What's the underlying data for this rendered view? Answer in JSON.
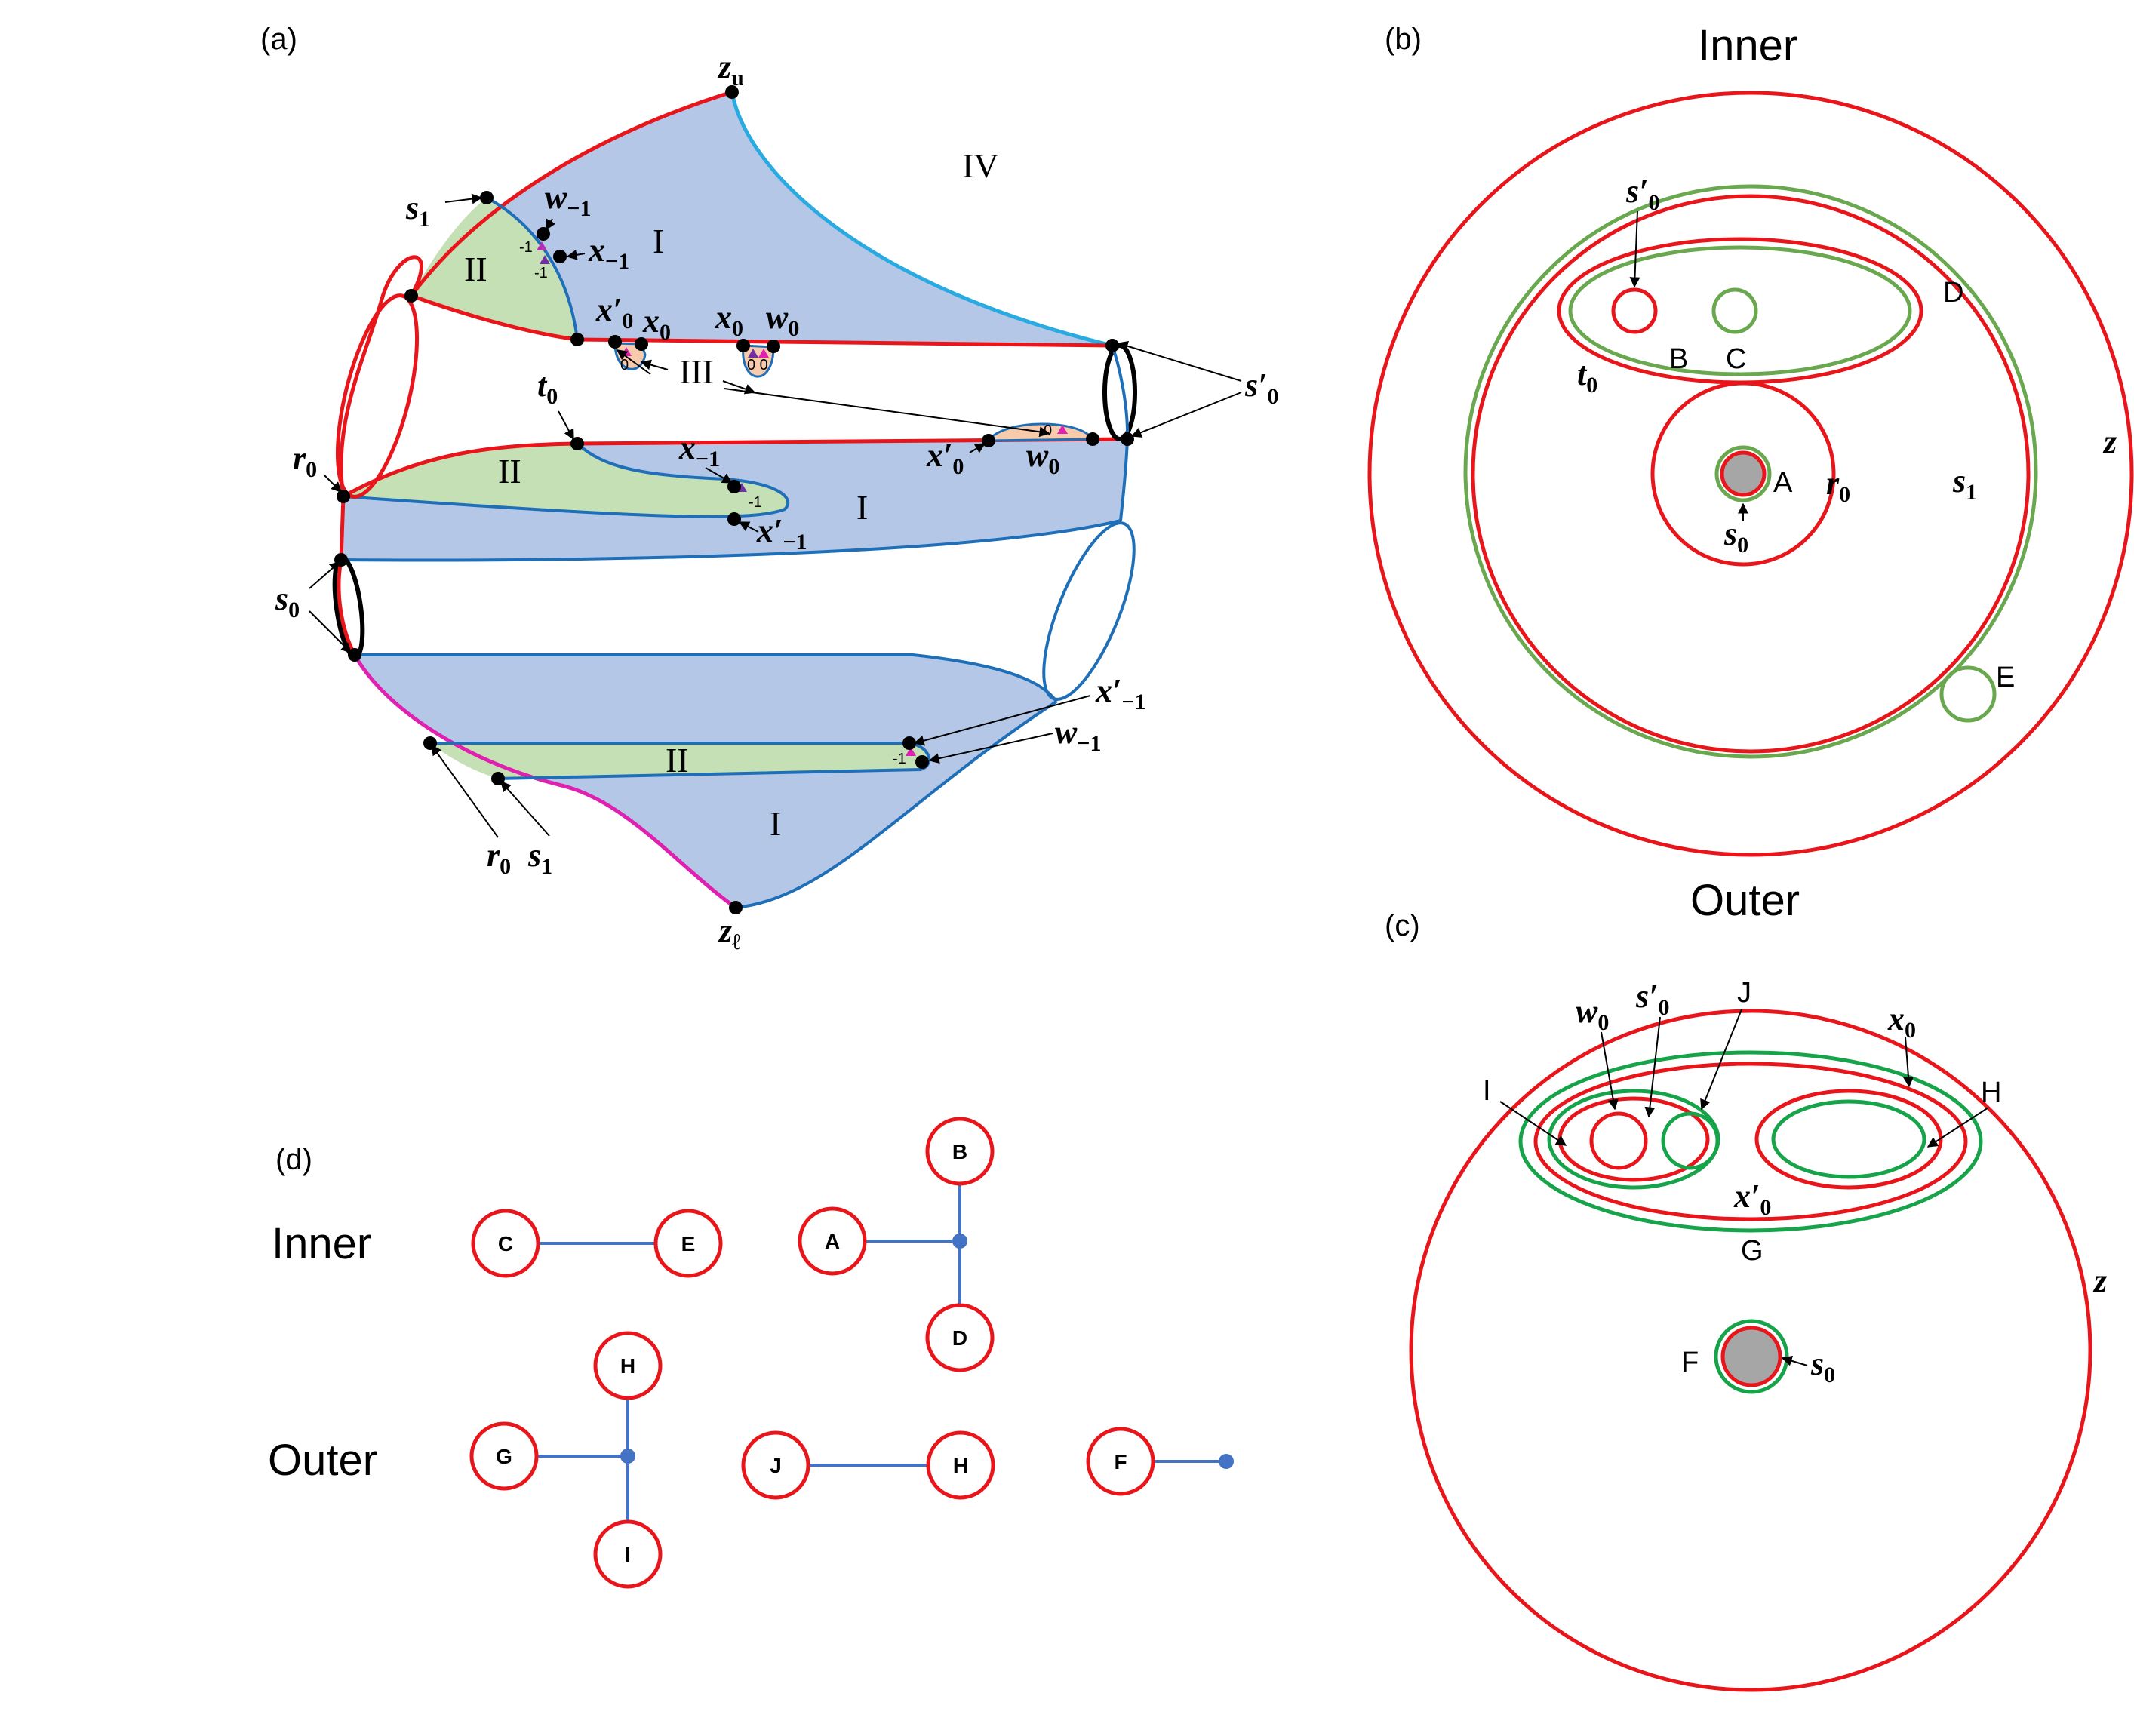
{
  "panels": {
    "a": "(a)",
    "b": "(b)",
    "c": "(c)",
    "d": "(d)"
  },
  "headings": {
    "inner": "Inner",
    "outer": "Outer",
    "tree_inner": "Inner",
    "tree_outer": "Outer"
  },
  "regions": {
    "I": "I",
    "II": "II",
    "III": "III",
    "IV": "IV"
  },
  "marks": {
    "zero": "0",
    "zero_zero": "0 0",
    "minus_one": "-1"
  },
  "points": {
    "z": "z",
    "zu_base": "z",
    "zu_sub": "u",
    "zl_base": "z",
    "zl_sub": "ℓ",
    "s1_base": "s",
    "s1_sub": "1",
    "s0_base": "s",
    "s0_sub": "0",
    "s0p_base": "s′",
    "s0p_sub": "0",
    "r0_base": "r",
    "r0_sub": "0",
    "t0_base": "t",
    "t0_sub": "0",
    "x0_base": "x",
    "x0_sub": "0",
    "x0p_base": "x′",
    "x0p_sub": "0",
    "xm1_base": "x",
    "xm1_sub": "−1",
    "xm1p_base": "x′",
    "xm1p_sub": "−1",
    "w0_base": "w",
    "w0_sub": "0",
    "wm1_base": "w",
    "wm1_sub": "−1"
  },
  "circle_labels": [
    "A",
    "B",
    "C",
    "D",
    "E",
    "F",
    "G",
    "H",
    "I",
    "J"
  ],
  "tree_nodes": {
    "inner": [
      "C",
      "E",
      "A",
      "B",
      "D"
    ],
    "outer": [
      "G",
      "H",
      "I",
      "J",
      "H",
      "F"
    ]
  },
  "colors": {
    "red": "#e8151b",
    "green": "#6aa84f",
    "dark_green": "#17a34a",
    "blue": "#1f6fb8",
    "light_blue": "#29abe2",
    "magenta": "#e020b0",
    "fill_blue": "#b4c7e7",
    "fill_green": "#c5e0b4",
    "fill_orange": "#f8cbad",
    "gray": "#a6a6a6",
    "node_blue": "#4472c4"
  }
}
